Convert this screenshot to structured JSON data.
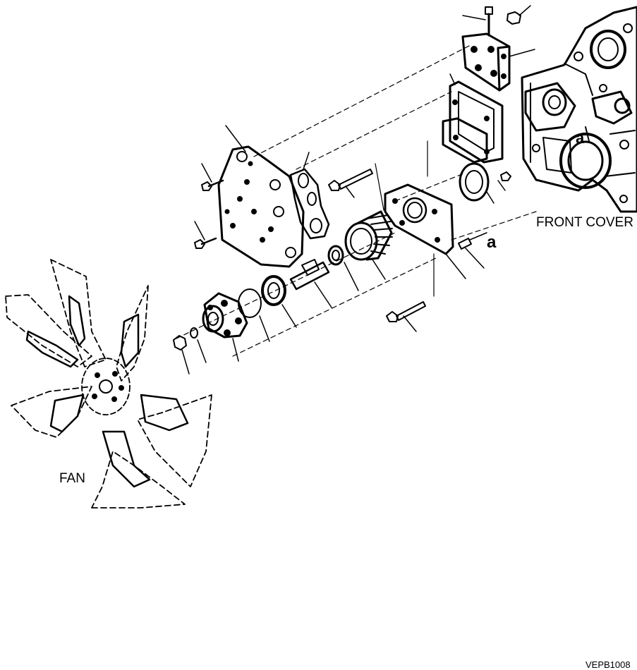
{
  "labels": {
    "front_cover": "FRONT COVER",
    "fan": "FAN",
    "callout_a_main": "a",
    "callout_a_cover": "a",
    "drawing_code": "VEPB1008"
  },
  "colors": {
    "line": "#000000",
    "background": "#ffffff"
  }
}
